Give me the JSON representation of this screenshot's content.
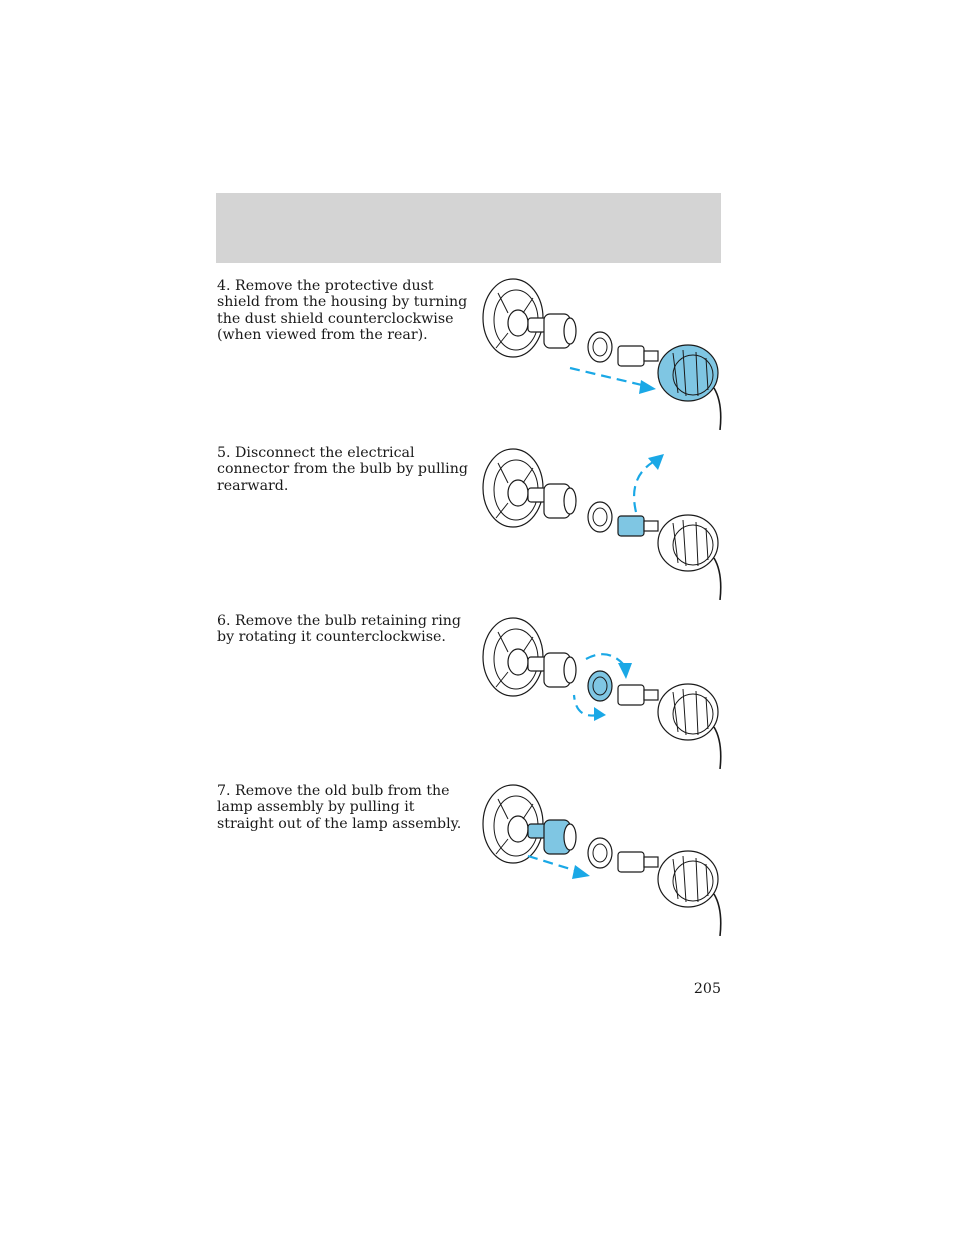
{
  "page": {
    "number": "205",
    "accent_color": "#1aa8e6",
    "highlight_color": "#7fc6e3",
    "header_color": "#d4d4d4"
  },
  "steps": [
    {
      "text": "4. Remove the protective dust shield from the housing by turning the dust shield counterclockwise (when viewed from the rear).",
      "highlight": "dust-shield"
    },
    {
      "text": "5. Disconnect the electrical connector from the bulb by pulling rearward.",
      "highlight": "connector"
    },
    {
      "text": "6. Remove the bulb retaining ring by rotating it counterclockwise.",
      "highlight": "retaining-ring"
    },
    {
      "text": "7. Remove the old bulb from the lamp assembly by pulling it straight out of the lamp assembly.",
      "highlight": "bulb"
    }
  ]
}
